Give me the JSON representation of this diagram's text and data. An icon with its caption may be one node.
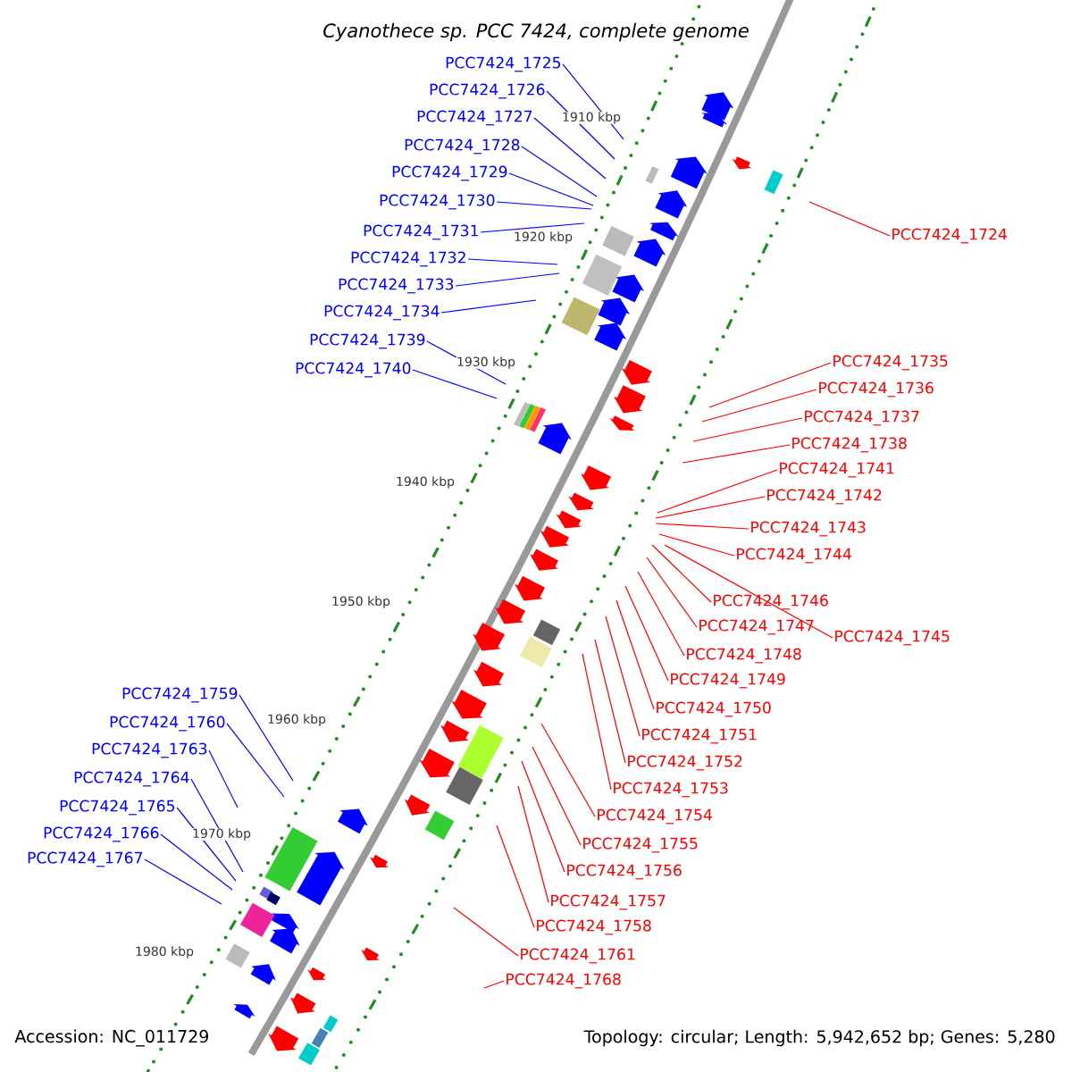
{
  "diagram": {
    "title": "Cyanothece sp. PCC 7424, complete genome",
    "nodes": [
      {
        "text": [
          "PCC7424_1725"
        ]
      },
      {
        "text": [
          "PCC7424_1726"
        ]
      },
      {
        "text": [
          "PCC7424_1727"
        ]
      },
      {
        "text": [
          "PCC7424_1728"
        ]
      },
      {
        "text": [
          "PCC7424_1729"
        ]
      },
      {
        "text": [
          "PCC7424_1730"
        ]
      },
      {
        "text": [
          "PCC7424_1731"
        ]
      },
      {
        "text": [
          "PCC7424_1732"
        ]
      },
      {
        "text": [
          "PCC7424_1733"
        ]
      },
      {
        "text": [
          "PCC7424_1734"
        ]
      },
      {
        "text": [
          "PCC7424_1739"
        ]
      },
      {
        "text": [
          "PCC7424_1740"
        ]
      },
      {
        "text": [
          "PCC7424_1724"
        ]
      },
      {
        "text": [
          "PCC7424_1735"
        ]
      },
      {
        "text": [
          "PCC7424_1736"
        ]
      },
      {
        "text": [
          "PCC7424_1737"
        ]
      },
      {
        "text": [
          "PCC7424_1738"
        ]
      },
      {
        "text": [
          "PCC7424_1741"
        ]
      },
      {
        "text": [
          "PCC7424_1742"
        ]
      },
      {
        "text": [
          "PCC7424_1743"
        ]
      },
      {
        "text": [
          "PCC7424_1744"
        ]
      },
      {
        "text": [
          "PCC7424_1746"
        ]
      },
      {
        "text": [
          "PCC7424_1747"
        ]
      },
      {
        "text": [
          "PCC7424_1745"
        ]
      },
      {
        "text": [
          "PCC7424_1748"
        ]
      },
      {
        "text": [
          "PCC7424_1749"
        ]
      },
      {
        "text": [
          "PCC7424_1750"
        ]
      },
      {
        "text": [
          "PCC7424_1751"
        ]
      },
      {
        "text": [
          "PCC7424_1752"
        ]
      },
      {
        "text": [
          "PCC7424_1753"
        ]
      },
      {
        "text": [
          "PCC7424_1754"
        ]
      },
      {
        "text": [
          "PCC7424_1755"
        ]
      },
      {
        "text": [
          "PCC7424_1756"
        ]
      },
      {
        "text": [
          "PCC7424_1757"
        ]
      },
      {
        "text": [
          "PCC7424_1758"
        ]
      },
      {
        "text": [
          "PCC7424_1761"
        ]
      },
      {
        "text": [
          "PCC7424_1768"
        ]
      },
      {
        "text": [
          "PCC7424_1759"
        ]
      },
      {
        "text": [
          "PCC7424_1760"
        ]
      },
      {
        "text": [
          "PCC7424_1763"
        ]
      },
      {
        "text": [
          "PCC7424_1764"
        ]
      },
      {
        "text": [
          "PCC7424_1765"
        ]
      },
      {
        "text": [
          "PCC7424_1766"
        ]
      },
      {
        "text": [
          "PCC7424_1767"
        ]
      }
    ],
    "edges": [
      {
        "from": 0,
        "to": null,
        "arrow": "none",
        "color": "#0000ff"
      },
      {
        "from": 1,
        "to": null,
        "arrow": "none",
        "color": "#0000ff"
      },
      {
        "from": 2,
        "to": null,
        "arrow": "none",
        "color": "#0000ff"
      },
      {
        "from": 3,
        "to": null,
        "arrow": "none",
        "color": "#0000ff"
      },
      {
        "from": 4,
        "to": null,
        "arrow": "none",
        "color": "#0000ff"
      },
      {
        "from": 5,
        "to": null,
        "arrow": "none",
        "color": "#0000ff"
      },
      {
        "from": 6,
        "to": null,
        "arrow": "none",
        "color": "#0000ff"
      },
      {
        "from": 7,
        "to": null,
        "arrow": "none",
        "color": "#0000ff"
      },
      {
        "from": 8,
        "to": null,
        "arrow": "none",
        "color": "#0000ff"
      },
      {
        "from": 9,
        "to": null,
        "arrow": "none",
        "color": "#0000ff"
      },
      {
        "from": 10,
        "to": null,
        "arrow": "none",
        "color": "#0000ff"
      },
      {
        "from": 11,
        "to": null,
        "arrow": "none",
        "color": "#0000ff"
      },
      {
        "from": 12,
        "to": null,
        "arrow": "none"
      },
      {
        "from": 13,
        "to": null,
        "arrow": "none"
      },
      {
        "from": 14,
        "to": null,
        "arrow": "none"
      },
      {
        "from": 15,
        "to": null,
        "arrow": "none"
      },
      {
        "from": 16,
        "to": null,
        "arrow": "none"
      },
      {
        "from": 17,
        "to": null,
        "arrow": "none"
      },
      {
        "from": 18,
        "to": null,
        "arrow": "none"
      },
      {
        "from": 19,
        "to": null,
        "arrow": "none"
      },
      {
        "from": 20,
        "to": null,
        "arrow": "none"
      },
      {
        "from": 21,
        "to": null,
        "arrow": "none"
      },
      {
        "from": 22,
        "to": null,
        "arrow": "none"
      },
      {
        "from": 23,
        "to": null,
        "arrow": "none"
      },
      {
        "from": 24,
        "to": null,
        "arrow": "none"
      },
      {
        "from": 25,
        "to": null,
        "arrow": "none"
      },
      {
        "from": 26,
        "to": null,
        "arrow": "none"
      },
      {
        "from": 27,
        "to": null,
        "arrow": "none"
      },
      {
        "from": 28,
        "to": null,
        "arrow": "none"
      },
      {
        "from": 29,
        "to": null,
        "arrow": "none"
      },
      {
        "from": 30,
        "to": null,
        "arrow": "none"
      },
      {
        "from": 31,
        "to": null,
        "arrow": "none"
      },
      {
        "from": 32,
        "to": null,
        "arrow": "none"
      },
      {
        "from": 33,
        "to": null,
        "arrow": "none"
      },
      {
        "from": 34,
        "to": null,
        "arrow": "none"
      },
      {
        "from": 35,
        "to": null,
        "arrow": "none"
      },
      {
        "from": 36,
        "to": null,
        "arrow": "none"
      },
      {
        "from": 37,
        "to": null,
        "arrow": "none",
        "color": "#0000ff"
      },
      {
        "from": 38,
        "to": null,
        "arrow": "none",
        "color": "#0000ff"
      },
      {
        "from": 39,
        "to": null,
        "arrow": "none",
        "color": "#0000ff"
      },
      {
        "from": 40,
        "to": null,
        "arrow": "none",
        "color": "#0000ff"
      },
      {
        "from": 41,
        "to": null,
        "arrow": "none",
        "color": "#0000ff"
      },
      {
        "from": 42,
        "to": null,
        "arrow": "none",
        "color": "#0000ff"
      },
      {
        "from": 43,
        "to": null,
        "arrow": "none",
        "color": "#0000ff"
      }
    ],
    "labels": [
      "1910 kbp",
      "1920 kbp",
      "1930 kbp",
      "1940 kbp",
      "1950 kbp",
      "1960 kbp",
      "1970 kbp",
      "1980 kbp",
      "Accession: NC_011729",
      "Topology: circular; Length: 5,942,652 bp; Genes: 5,280"
    ]
  }
}
